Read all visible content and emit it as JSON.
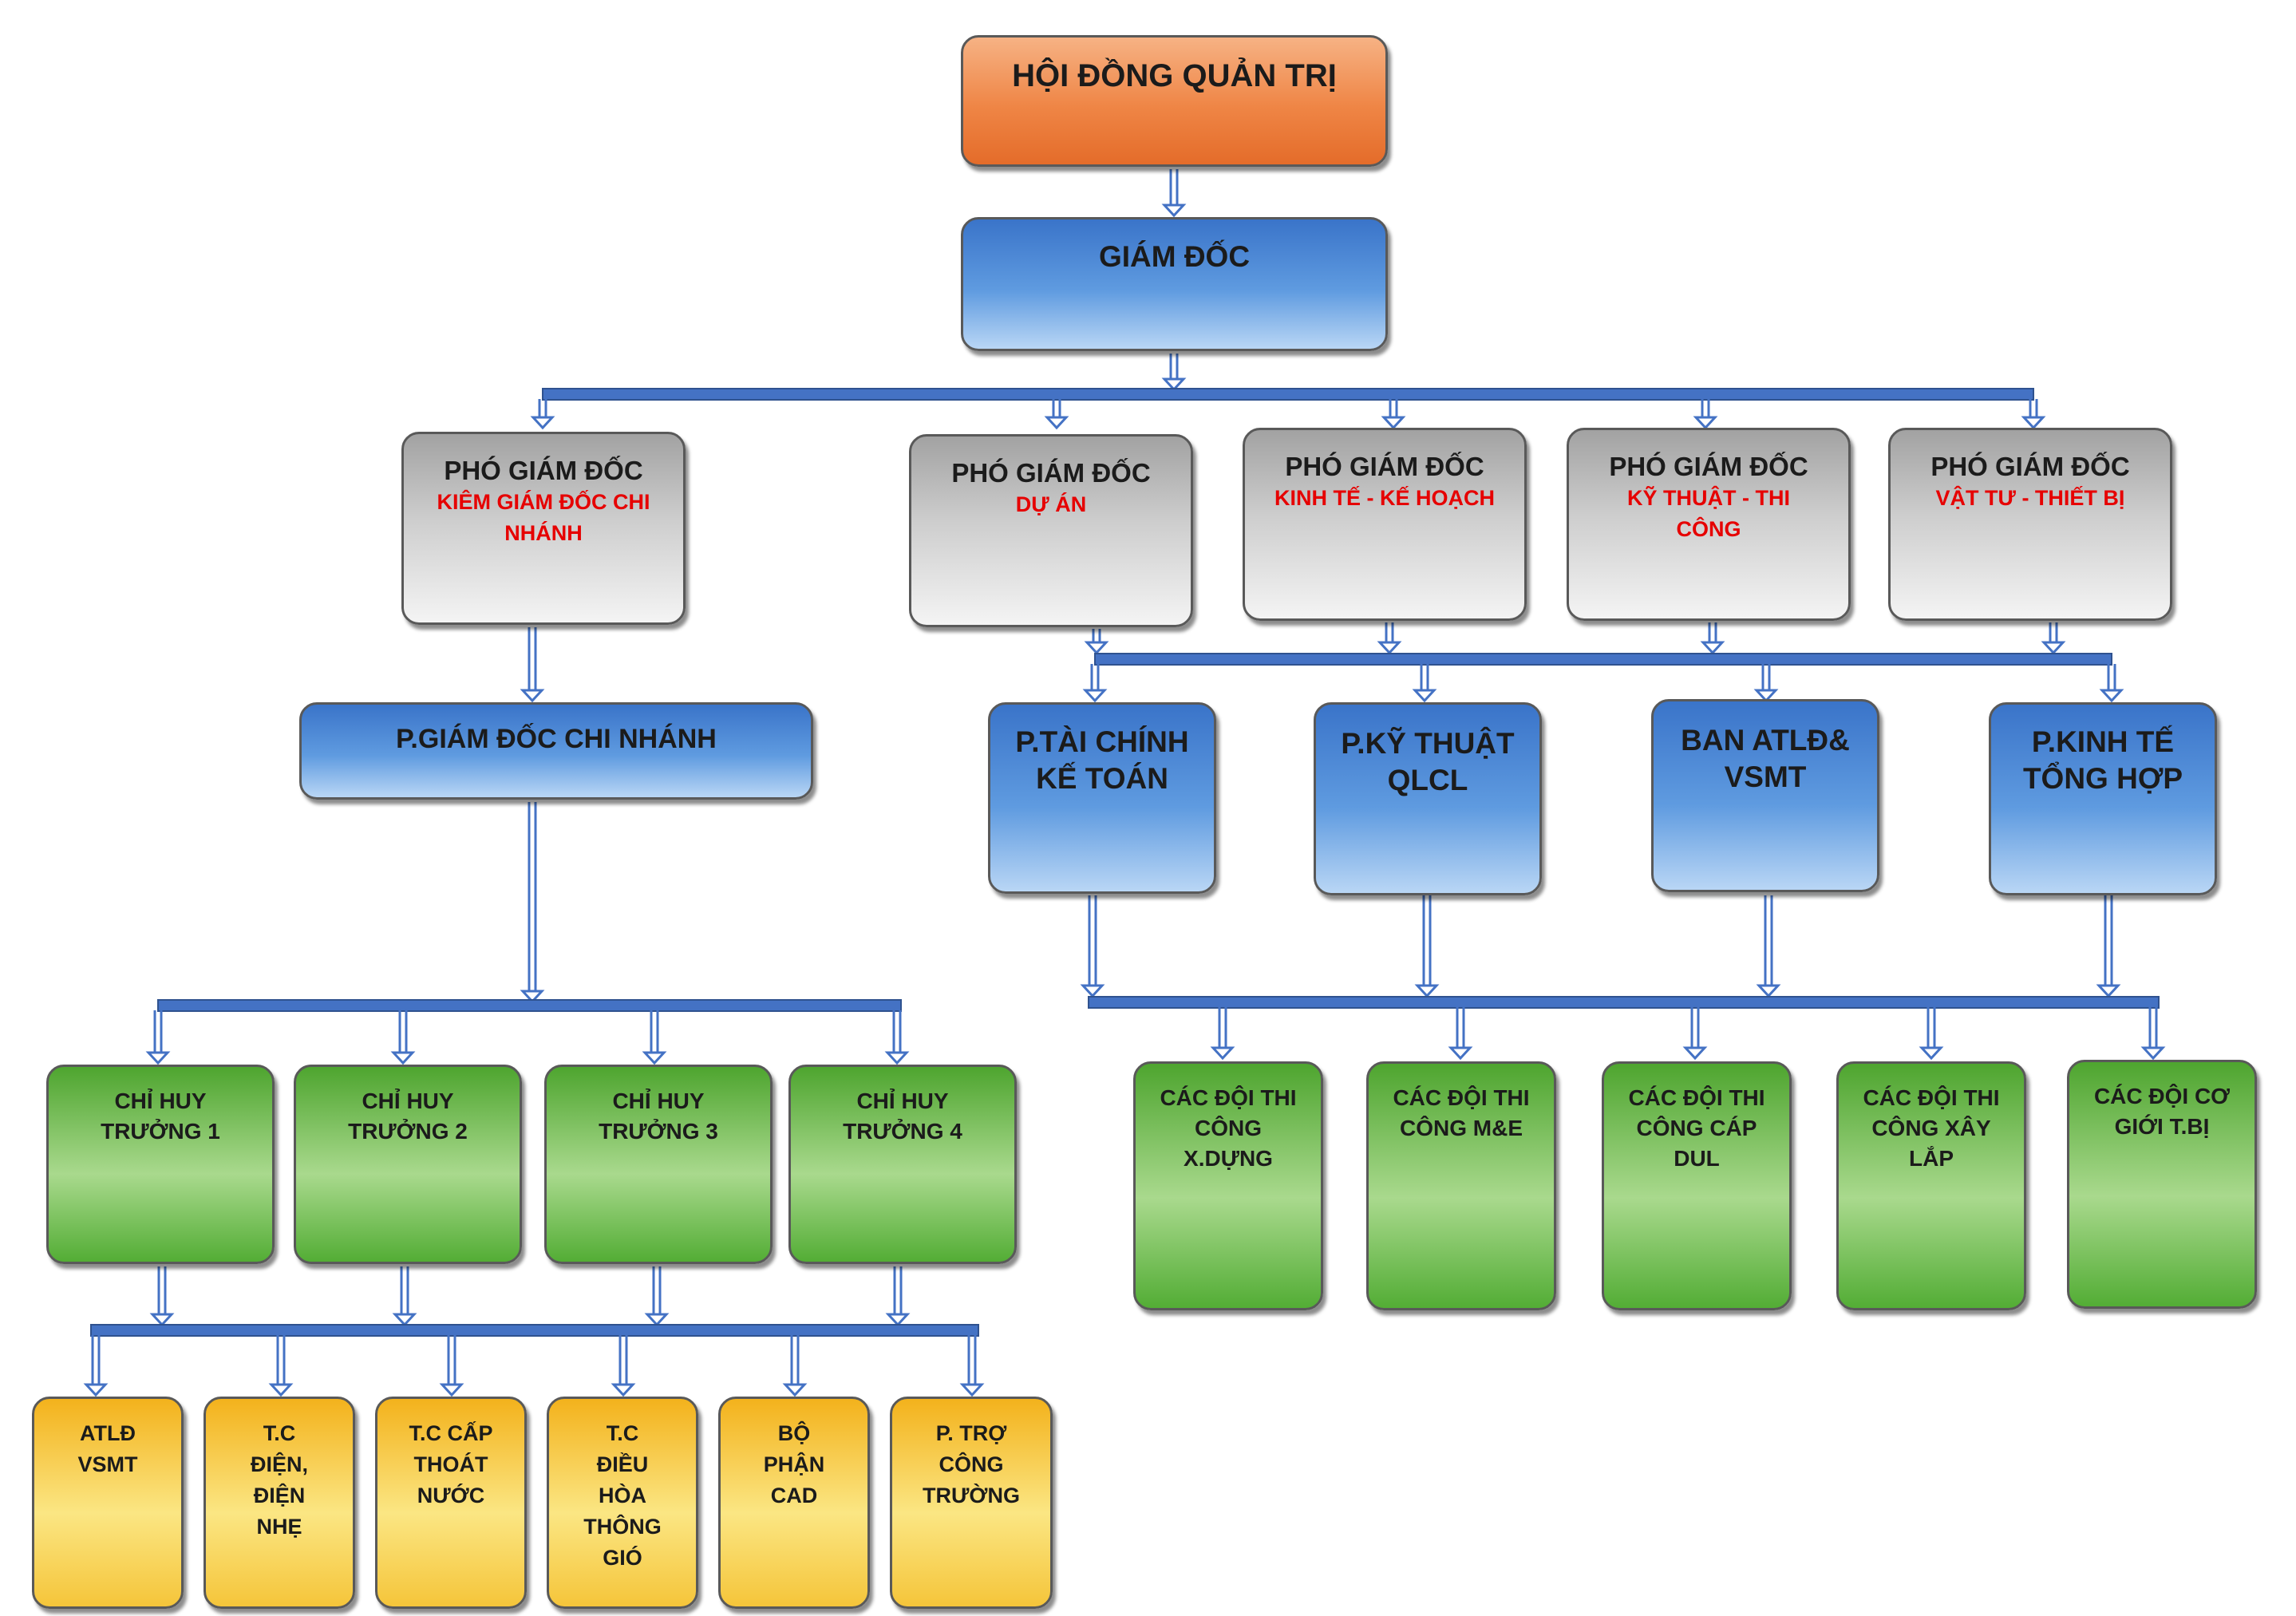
{
  "top": {
    "board": "HỘI ĐỒNG QUẢN TRỊ",
    "director": "GIÁM ĐỐC"
  },
  "deputies": [
    {
      "title": "PHÓ GIÁM ĐỐC",
      "sub": "KIÊM GIÁM ĐỐC CHI NHÁNH"
    },
    {
      "title": "PHÓ GIÁM ĐỐC",
      "sub": "DỰ ÁN"
    },
    {
      "title": "PHÓ GIÁM ĐỐC",
      "sub": "KINH TẾ - KẾ HOẠCH"
    },
    {
      "title": "PHÓ GIÁM ĐỐC",
      "sub": "KỸ THUẬT - THI CÔNG"
    },
    {
      "title": "PHÓ GIÁM ĐỐC",
      "sub": "VẬT TƯ - THIẾT BỊ"
    }
  ],
  "branch_deputy": "P.GIÁM ĐỐC CHI NHÁNH",
  "departments": [
    "P.TÀI CHÍNH KẾ TOÁN",
    "P.KỸ THUẬT QLCL",
    "BAN ATLĐ& VSMT",
    "P.KINH TẾ TỔNG HỢP"
  ],
  "commanders": [
    "CHỈ HUY TRƯỞNG 1",
    "CHỈ HUY TRƯỞNG 2",
    "CHỈ HUY TRƯỞNG 3",
    "CHỈ HUY TRƯỞNG 4"
  ],
  "teams": [
    "CÁC ĐỘI THI CÔNG X.DỰNG",
    "CÁC ĐỘI THI CÔNG M&E",
    "CÁC ĐỘI THI CÔNG CÁP DUL",
    "CÁC ĐỘI THI CÔNG XÂY LẮP",
    "CÁC ĐỘI CƠ GIỚI T.BỊ"
  ],
  "units": [
    "ATLĐ VSMT",
    "T.C ĐIỆN, ĐIỆN NHẸ",
    "T.C CẤP THOÁT NƯỚC",
    "T.C ĐIỀU HÒA THÔNG GIÓ",
    "BỘ PHẬN CAD",
    "P. TRỢ CÔNG TRƯỜNG"
  ],
  "colors": {
    "connector": "#4472c4",
    "connector_dark": "#2f528f",
    "subtitle": "#e60000"
  }
}
